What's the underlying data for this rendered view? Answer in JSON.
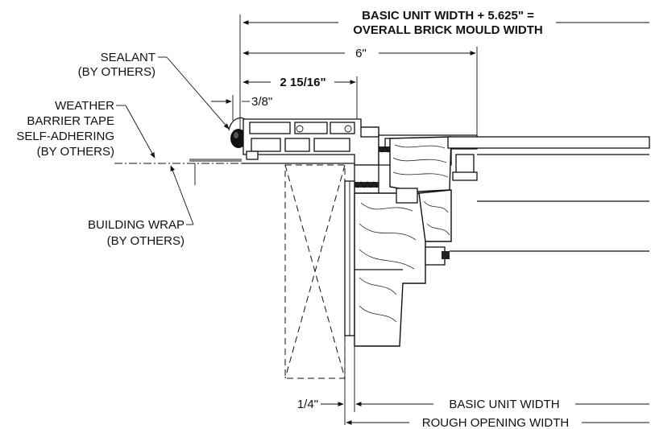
{
  "labels": {
    "sealant_line1": "SEALANT",
    "sealant_line2": "(BY OTHERS)",
    "weather_line1": "WEATHER",
    "weather_line2": "BARRIER TAPE",
    "weather_line3": "SELF-ADHERING",
    "weather_line4": "(BY OTHERS)",
    "wrap_line1": "BUILDING WRAP",
    "wrap_line2": "(BY OTHERS)"
  },
  "dimensions": {
    "overall_line1": "BASIC UNIT WIDTH + 5.625\" =",
    "overall_line2": "OVERALL BRICK MOULD WIDTH",
    "six_inch": "6\"",
    "two_fifteen": "2 15/16\"",
    "three_eighths": "3/8\"",
    "quarter_inch": "1/4\"",
    "basic_unit_width": "BASIC UNIT WIDTH",
    "rough_opening_width": "ROUGH OPENING WIDTH"
  }
}
